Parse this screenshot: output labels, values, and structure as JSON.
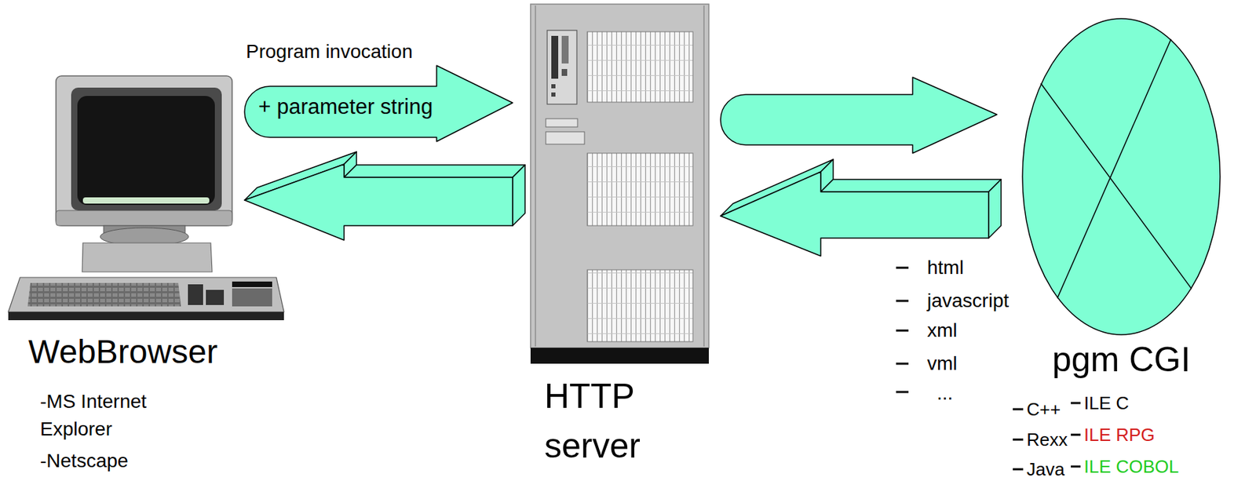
{
  "diagram": {
    "nodes": [
      {
        "text": [
          "WebBrowser",
          "-MS Internet Explorer",
          "-Netscape"
        ]
      },
      {
        "text": [
          "HTTP server"
        ]
      },
      {
        "text": [
          "pgm CGI"
        ]
      }
    ],
    "edges": [
      {
        "from": 0,
        "to": 1,
        "arrow": "to",
        "label": "Program invocation"
      },
      {
        "from": 1,
        "to": 0,
        "arrow": "to"
      },
      {
        "from": 1,
        "to": 2,
        "arrow": "to"
      },
      {
        "from": 2,
        "to": 1,
        "arrow": "to"
      }
    ],
    "labels": [
      "+ parameter string",
      "html",
      "javascript",
      "xml",
      "vml",
      "...",
      "C++",
      "Rexx",
      "Java",
      "ILE C",
      "ILE RPG",
      "ILE COBOL"
    ]
  }
}
